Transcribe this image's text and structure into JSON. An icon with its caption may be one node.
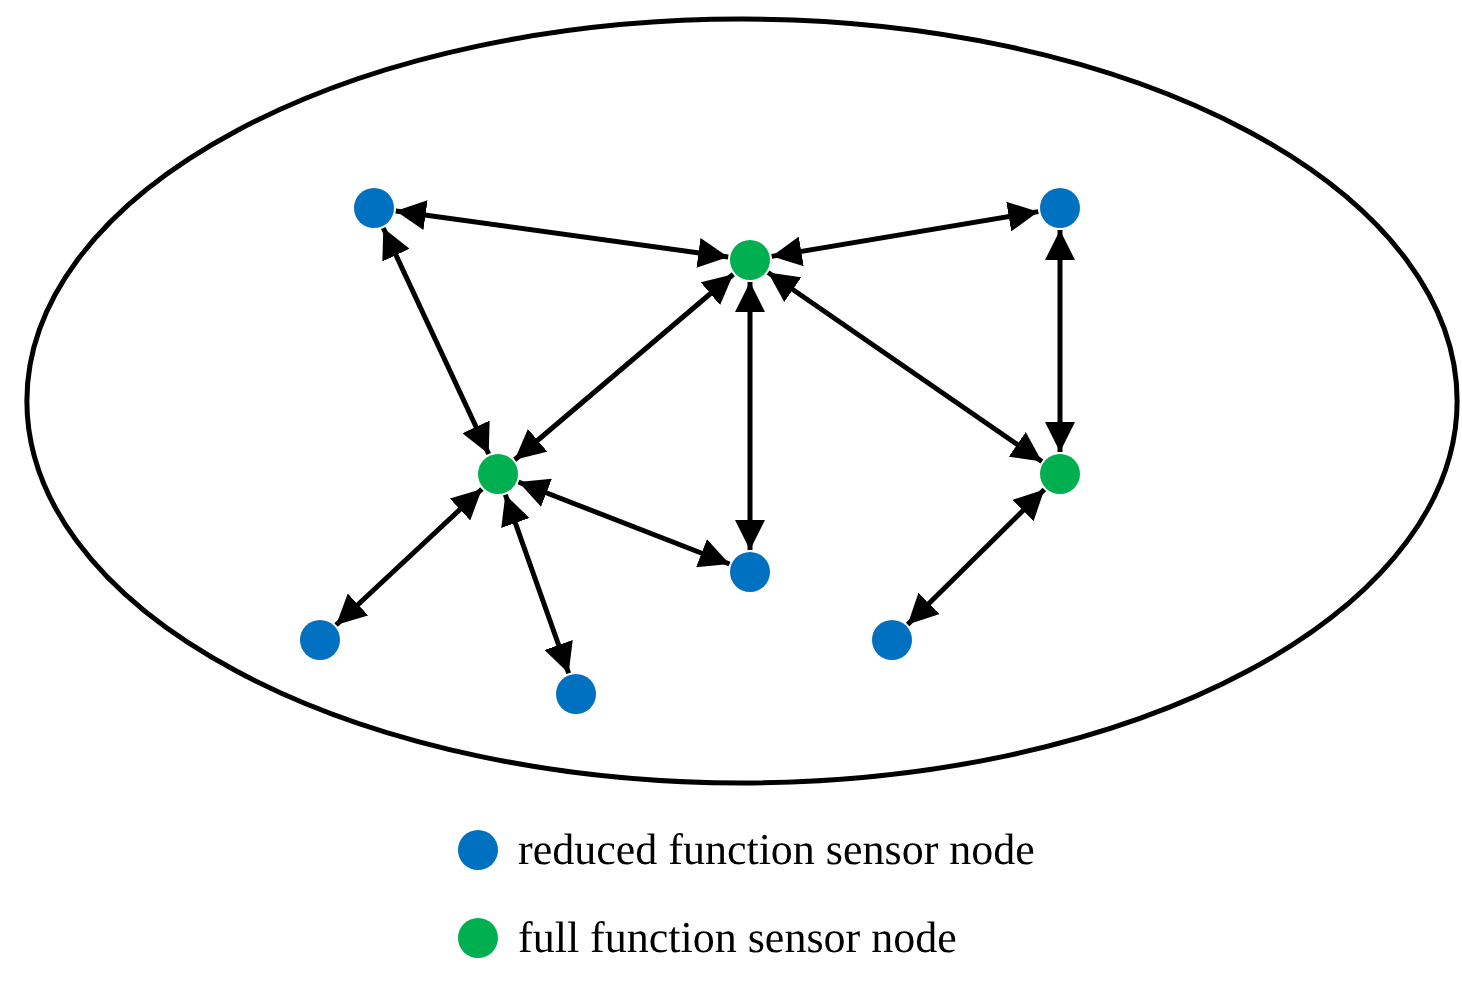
{
  "diagram": {
    "nodes": [
      {
        "text": [],
        "shape": "ellipse"
      },
      {
        "text": [],
        "shape": "circle",
        "in": 0
      },
      {
        "text": [],
        "shape": "circle",
        "in": 0
      },
      {
        "text": [],
        "shape": "circle",
        "in": 0
      },
      {
        "text": [],
        "shape": "circle",
        "in": 0
      },
      {
        "text": [],
        "shape": "circle",
        "in": 0
      },
      {
        "text": [],
        "shape": "circle",
        "in": 0
      },
      {
        "text": [],
        "shape": "circle",
        "in": 0
      },
      {
        "text": [],
        "shape": "circle",
        "in": 0
      },
      {
        "text": [],
        "shape": "circle",
        "in": 0
      }
    ],
    "edges": [
      {
        "from": 1,
        "to": 3,
        "arrow": "both"
      },
      {
        "from": 3,
        "to": 2,
        "arrow": "both"
      },
      {
        "from": 1,
        "to": 4,
        "arrow": "both"
      },
      {
        "from": 3,
        "to": 4,
        "arrow": "both"
      },
      {
        "from": 3,
        "to": 6,
        "arrow": "both"
      },
      {
        "from": 3,
        "to": 5,
        "arrow": "both"
      },
      {
        "from": 2,
        "to": 5,
        "arrow": "both"
      },
      {
        "from": 4,
        "to": 7,
        "arrow": "both"
      },
      {
        "from": 4,
        "to": 9,
        "arrow": "both"
      },
      {
        "from": 4,
        "to": 6,
        "arrow": "both"
      },
      {
        "from": 5,
        "to": 8,
        "arrow": "both"
      }
    ],
    "legend": [
      {
        "text": "reduced function sensor node",
        "color": "#0070c0"
      },
      {
        "text": "full function sensor node",
        "color": "#00b050"
      }
    ]
  }
}
